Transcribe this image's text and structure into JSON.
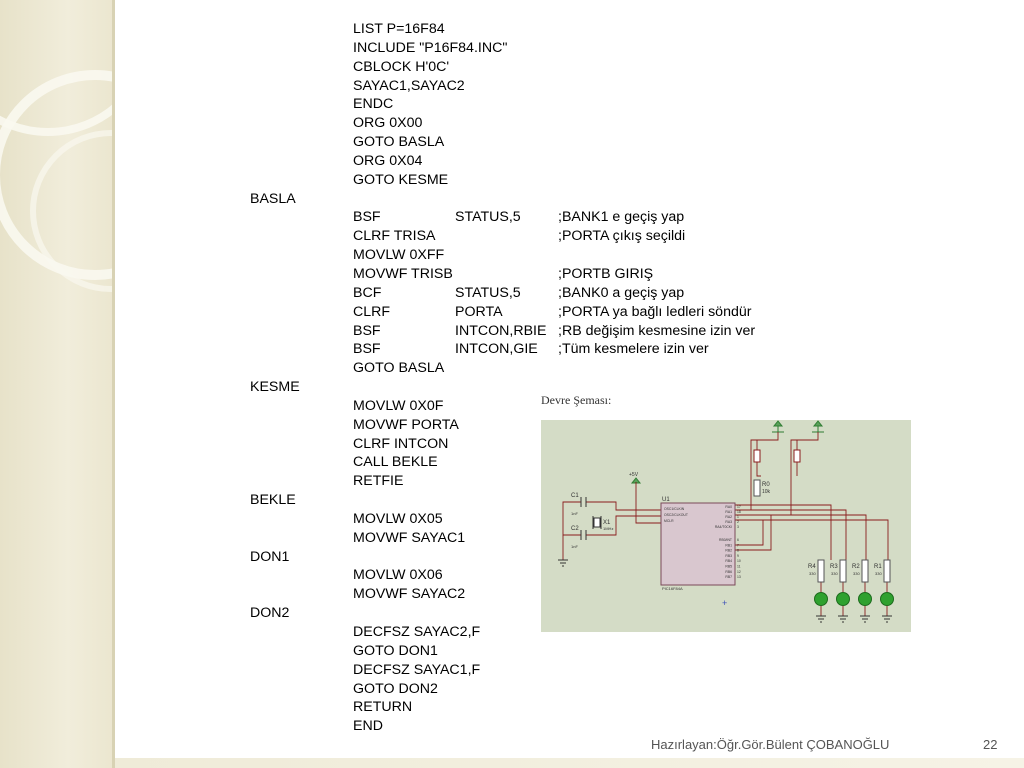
{
  "slide": {
    "lines": [
      {
        "c1": "LIST P=16F84"
      },
      {
        "c1": "INCLUDE \"P16F84.INC\""
      },
      {
        "c1": "CBLOCK H'0C'"
      },
      {
        "c1": "SAYAC1,SAYAC2"
      },
      {
        "c1": "ENDC"
      },
      {
        "c1": "ORG 0X00"
      },
      {
        "c1": "GOTO BASLA"
      },
      {
        "c1": "ORG 0X04"
      },
      {
        "c1": "GOTO KESME"
      },
      {
        "label": "BASLA"
      },
      {
        "c1": "BSF",
        "c2": "STATUS,5",
        "c3": ";BANK1 e geçiş yap"
      },
      {
        "c1": "CLRF TRISA",
        "c3": ";PORTA çıkış seçildi"
      },
      {
        "c1": "MOVLW 0XFF"
      },
      {
        "c1": "MOVWF TRISB",
        "c3": ";PORTB GIRIŞ"
      },
      {
        "c1": "BCF",
        "c2": "STATUS,5",
        "c3": ";BANK0 a geçiş yap"
      },
      {
        "c1": "CLRF",
        "c2": "PORTA",
        "c3": ";PORTA ya bağlı ledleri söndür"
      },
      {
        "c1": "BSF",
        "c2": "INTCON,RBIE",
        "c3": ";RB değişim kesmesine izin ver"
      },
      {
        "c1": "BSF",
        "c2": "INTCON,GIE",
        "c3": ";Tüm kesmelere izin ver"
      },
      {
        "c1": "GOTO BASLA"
      },
      {
        "label": "KESME"
      },
      {
        "c1": "MOVLW 0X0F"
      },
      {
        "c1": "MOVWF PORTA"
      },
      {
        "c1": "CLRF INTCON"
      },
      {
        "c1": "CALL BEKLE"
      },
      {
        "c1": "RETFIE"
      },
      {
        "label": "BEKLE"
      },
      {
        "c1": "MOVLW 0X05"
      },
      {
        "c1": "MOVWF SAYAC1"
      },
      {
        "label": "DON1"
      },
      {
        "c1": "MOVLW 0X06"
      },
      {
        "c1": "MOVWF SAYAC2"
      },
      {
        "label": "DON2"
      },
      {
        "c1": "DECFSZ SAYAC2,F"
      },
      {
        "c1": "GOTO DON1"
      },
      {
        "c1": "DECFSZ SAYAC1,F"
      },
      {
        "c1": "GOTO DON2"
      },
      {
        "c1": "RETURN"
      },
      {
        "c1": "END"
      }
    ],
    "figure": {
      "title": "Devre Şeması:",
      "supply_label": "+5V",
      "capacitors": [
        {
          "name": "C1",
          "value": "1nF"
        },
        {
          "name": "C2",
          "value": "1nF"
        }
      ],
      "crystal": {
        "name": "X1",
        "value": "1MHz"
      },
      "chip": {
        "ref": "U1",
        "part": "PIC16F84A",
        "left_pins": [
          "OSC1/CLKIN",
          "OSC2/CLKOUT",
          "MCLR"
        ],
        "right_pins_a": [
          "RA0",
          "RA1",
          "RA2",
          "RA3",
          "RA4/T0CKI"
        ],
        "right_pins_b": [
          "RB0/INT",
          "RB1",
          "RB2",
          "RB3",
          "RB4",
          "RB5",
          "RB6",
          "RB7"
        ],
        "pin_numbers_a": [
          "17",
          "18",
          "1",
          "2",
          "3"
        ],
        "pin_numbers_b": [
          "6",
          "7",
          "8",
          "9",
          "10",
          "11",
          "12",
          "13"
        ]
      },
      "pullup": {
        "name": "R0",
        "value": "10k"
      },
      "resistors": [
        {
          "name": "R4",
          "value": "330"
        },
        {
          "name": "R3",
          "value": "330"
        },
        {
          "name": "R2",
          "value": "330"
        },
        {
          "name": "R1",
          "value": "330"
        }
      ]
    },
    "footer": {
      "author": "Hazırlayan:Öğr.Gör.Bülent ÇOBANOĞLU",
      "page_number": "22"
    }
  },
  "colors": {
    "band": "#ebe6cf",
    "schematic_bg": "#d4dcc6",
    "wire": "#8a1c1c",
    "led_green": "#2fa12f"
  }
}
